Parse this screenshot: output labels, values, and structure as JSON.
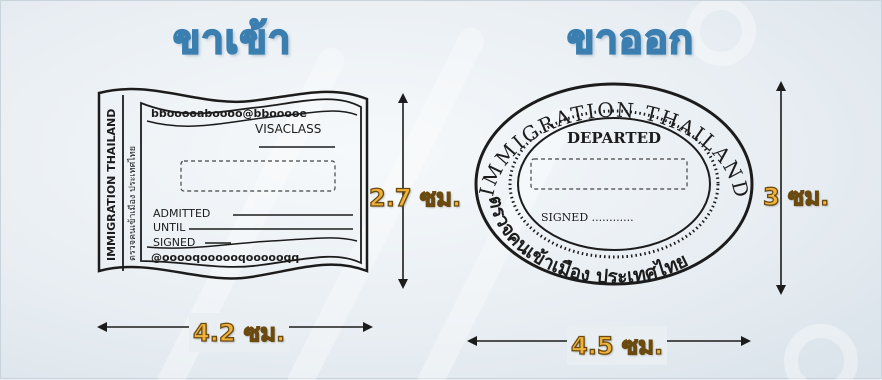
{
  "arrival": {
    "heading": "ขาเข้า",
    "stamp": {
      "side_text_1": "IMMIGRATION THAILAND",
      "side_text_2": "ตรวจคนเข้าเมือง ประเทศไทย",
      "visaclass": "VISACLASS",
      "admitted": "ADMITTED",
      "until": "UNTIL",
      "signed": "SIGNED"
    },
    "height_label": "2.7 ซม.",
    "width_label": "4.2 ซม."
  },
  "departure": {
    "heading": "ขาออก",
    "stamp": {
      "arc_top": "IMMIGRATION THAILAND",
      "arc_bottom": "ตรวจคนเข้าเมือง ประเทศไทย",
      "departed": "DEPARTED",
      "signed": "SIGNED ............"
    },
    "height_label": "3 ซม.",
    "width_label": "4.5 ซม."
  },
  "colors": {
    "heading_outline": "#3b7fb1",
    "dimension_label": "#f0b23a",
    "ink": "#1c1c1c"
  }
}
